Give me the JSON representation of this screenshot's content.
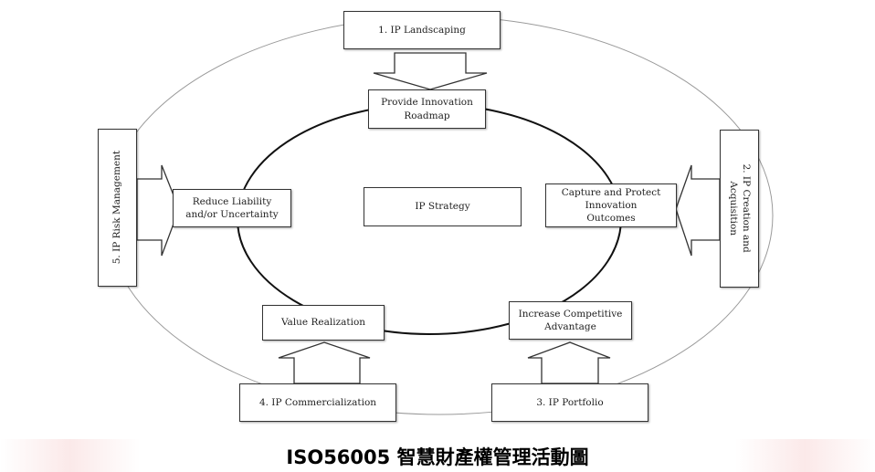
{
  "outer_boxes": {
    "landscaping": "1. IP Landscaping",
    "creation": [
      "2. IP Creation and",
      "Acquisition"
    ],
    "portfolio": "3. IP Portfolio",
    "commercialization": "4. IP Commercialization",
    "risk": "5. IP Risk Management"
  },
  "inner_boxes": {
    "roadmap": [
      "Provide Innovation",
      "Roadmap"
    ],
    "capture": [
      "Capture and Protect",
      "Innovation",
      "Outcomes"
    ],
    "competitive": [
      "Increase Competitive",
      "Advantage"
    ],
    "value": "Value Realization",
    "reduce": [
      "Reduce Liability",
      "and/or Uncertainty"
    ]
  },
  "center": "IP Strategy",
  "caption": "ISO56005 智慧財產權管理活動圖"
}
